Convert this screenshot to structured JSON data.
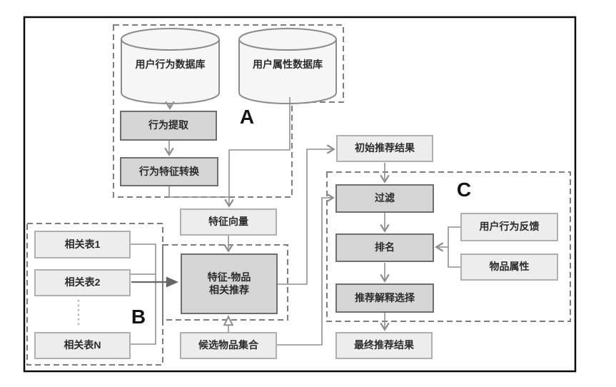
{
  "figure": {
    "type": "flowchart",
    "language": "zh",
    "sections": {
      "a": "A",
      "b": "B",
      "c": "C"
    },
    "nodes": {
      "user_behavior_db": {
        "label": "用户行为数据库",
        "shape": "cylinder"
      },
      "user_attribute_db": {
        "label": "用户属性数据库",
        "shape": "cylinder"
      },
      "behavior_extraction": {
        "label": "行为提取",
        "shape": "process"
      },
      "behavior_feature_conversion": {
        "label": "行为特征转换",
        "shape": "process"
      },
      "feature_vector": {
        "label": "特征向量",
        "shape": "box"
      },
      "related_table_1": {
        "label": "相关表1",
        "shape": "box"
      },
      "related_table_2": {
        "label": "相关表2",
        "shape": "box"
      },
      "related_table_n": {
        "label": "相关表N",
        "shape": "box"
      },
      "feature_item_recommendation": {
        "label": "特征-物品\n相关推荐",
        "shape": "process"
      },
      "initial_recommendation_result": {
        "label": "初始推荐结果",
        "shape": "box"
      },
      "filter": {
        "label": "过滤",
        "shape": "process"
      },
      "ranking": {
        "label": "排名",
        "shape": "process"
      },
      "explanation_selection": {
        "label": "推荐解释选择",
        "shape": "process"
      },
      "final_recommendation_result": {
        "label": "最终推荐结果",
        "shape": "box"
      },
      "user_behavior_feedback": {
        "label": "用户行为反馈",
        "shape": "box"
      },
      "item_attributes": {
        "label": "物品属性",
        "shape": "box"
      },
      "candidate_item_set": {
        "label": "候选物品集合",
        "shape": "box"
      }
    },
    "colors": {
      "process_fill": "#d5d5d5",
      "process_border": "#6f6f6f",
      "box_fill": "#ededed",
      "box_border": "#b0b0b0",
      "cylinder_fill": "#f6f6f6",
      "cylinder_border": "#8c8c8c",
      "dashed_outline": "#7d7d7d",
      "connector": "#8f8f8f",
      "connector_dark": "#666666",
      "frame": "#0a0a0a",
      "text": "#2b2b2b"
    }
  }
}
